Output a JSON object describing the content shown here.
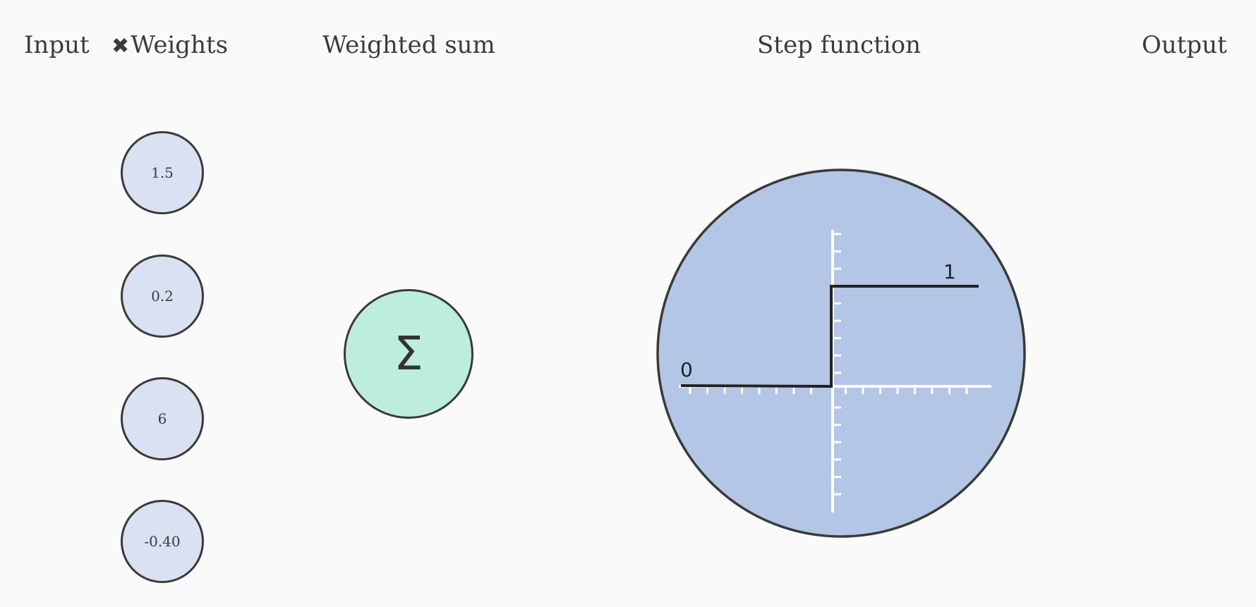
{
  "headers": {
    "input": "Input",
    "weights_prefix_icon": "x-icon",
    "weights": "Weights",
    "weighted_sum": "Weighted sum",
    "step_function": "Step function",
    "output": "Output"
  },
  "weights": [
    "1.5",
    "0.2",
    "6",
    "-0.40"
  ],
  "sum_node": {
    "symbol": "Σ",
    "color": "#bdeedb"
  },
  "step_function": {
    "low_label": "0",
    "high_label": "1",
    "circle_color": "#b3c6e5",
    "axis_color": "#ffffff",
    "line_color": "#222222"
  },
  "colors": {
    "weight_node": "#d9e1f2",
    "outline": "#3a3a3a",
    "background": "#fafafa"
  }
}
